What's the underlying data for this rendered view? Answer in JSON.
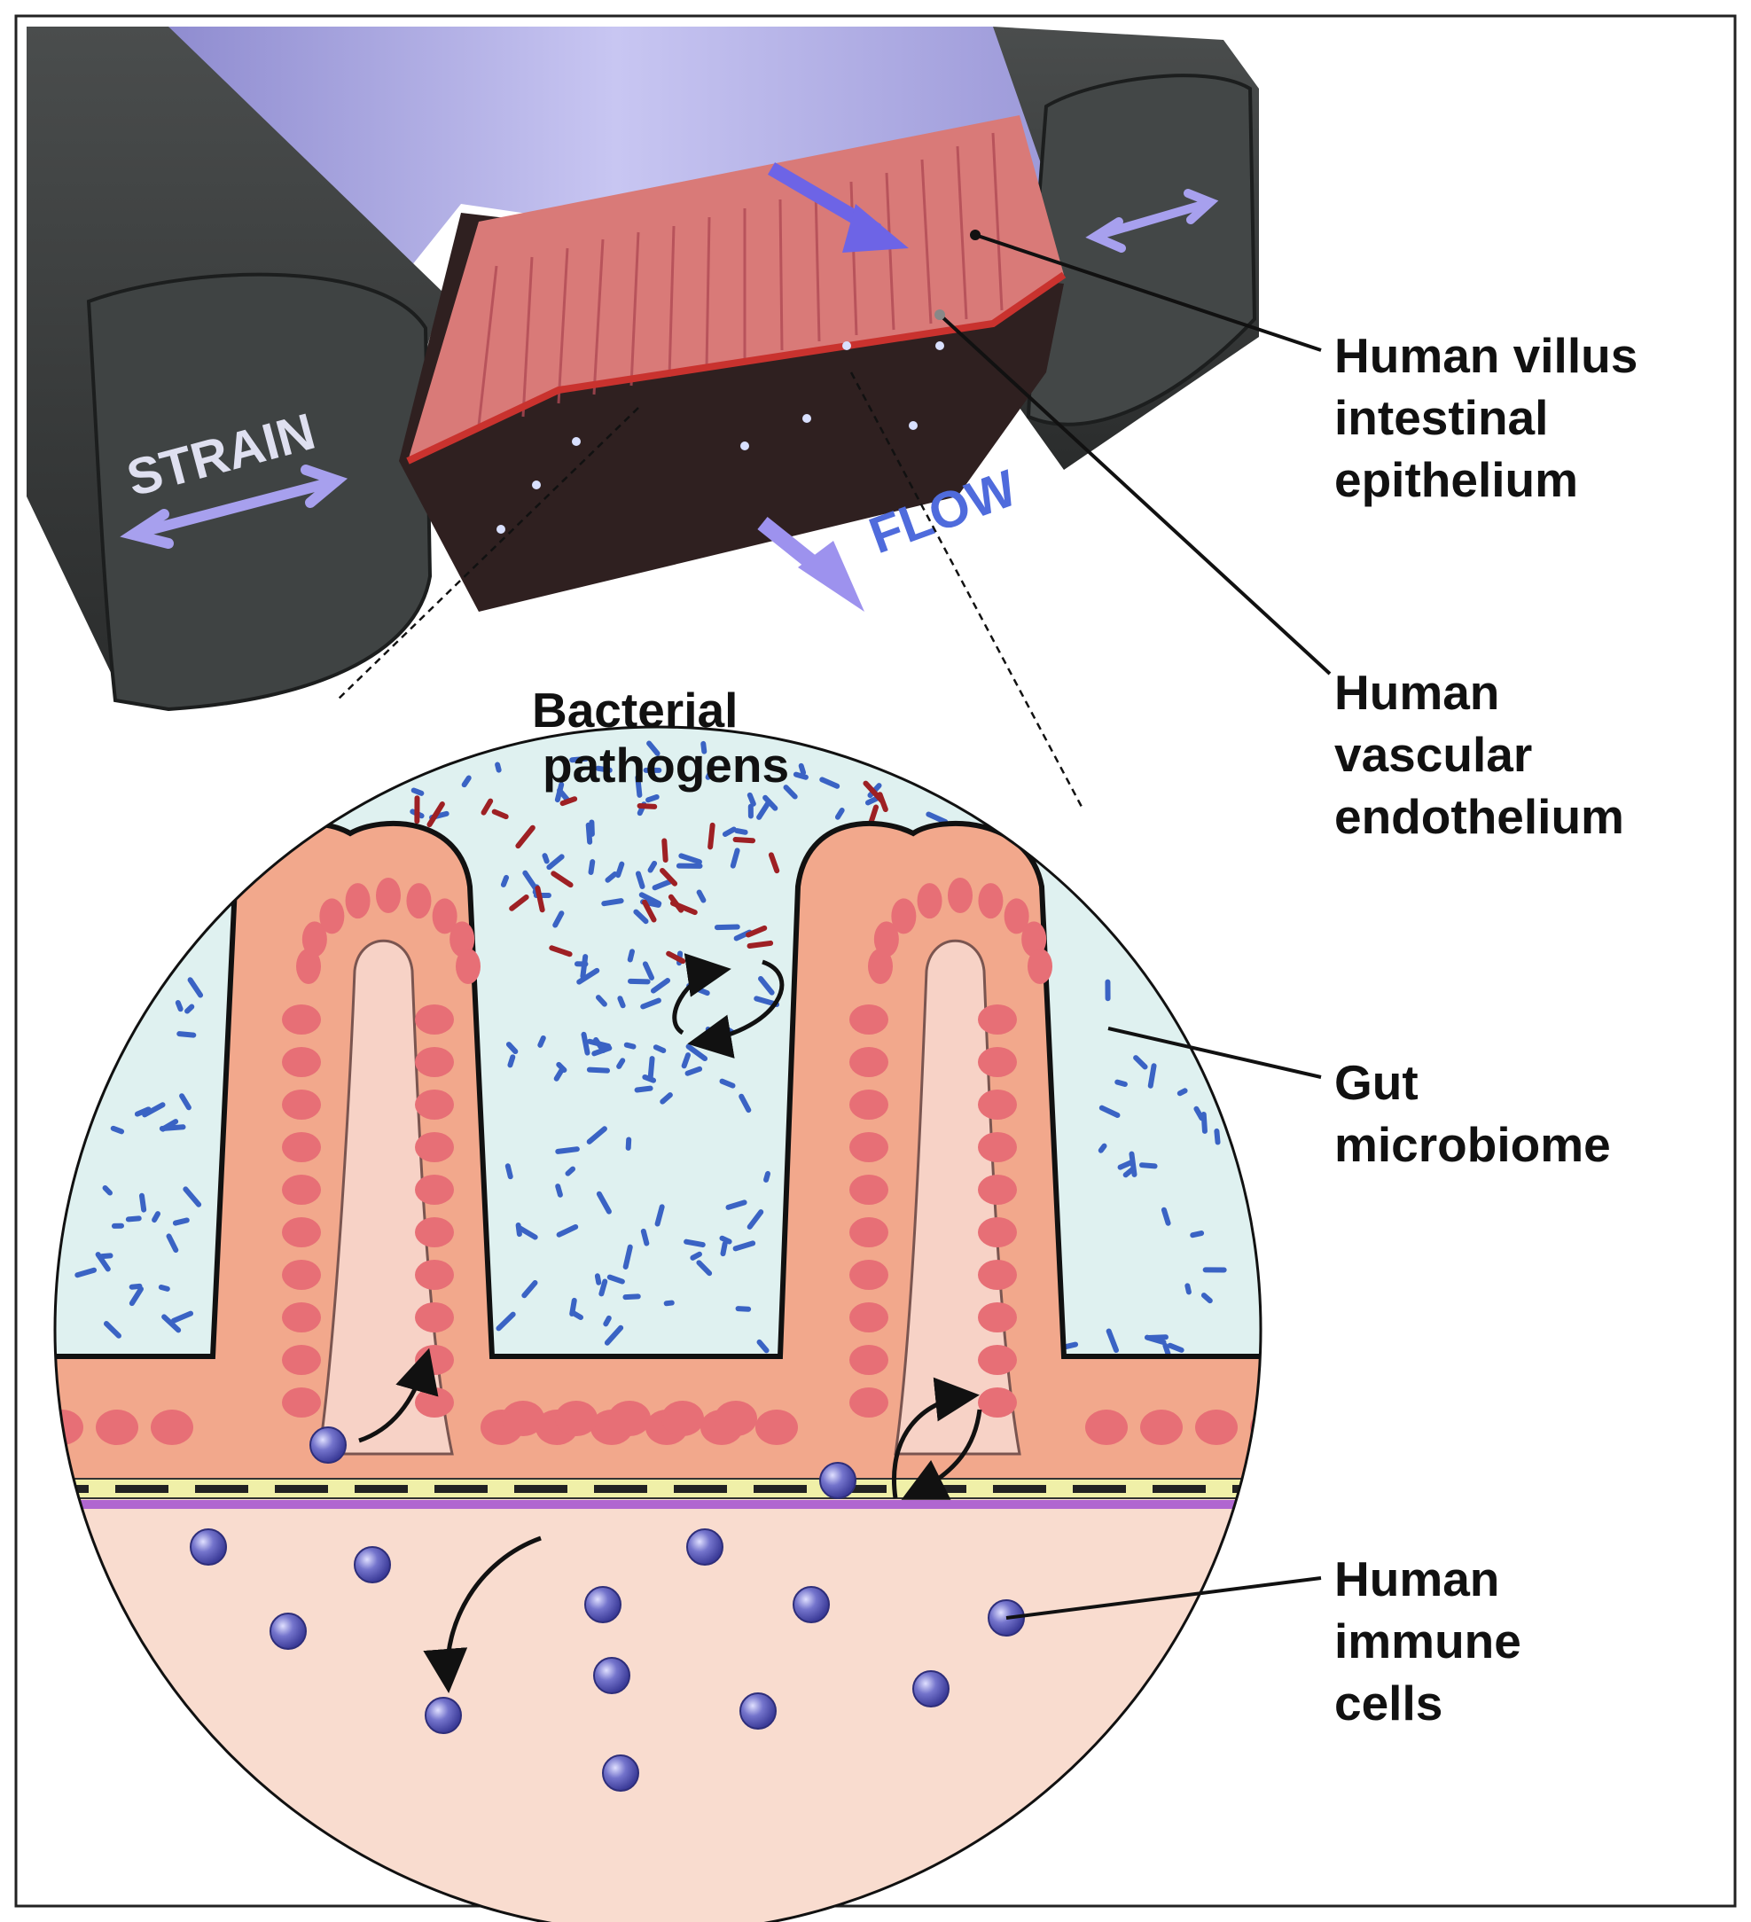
{
  "labels": {
    "strain": "STRAIN",
    "flow": "FLOW",
    "bacterial": [
      "Bacterial",
      "pathogens"
    ],
    "epithelium": [
      "Human villus",
      "intestinal",
      "epithelium"
    ],
    "endothelium": [
      "Human",
      "vascular",
      "endothelium"
    ],
    "microbiome": [
      "Gut",
      "microbiome"
    ],
    "immune": [
      "Human",
      "immune",
      "cells"
    ]
  },
  "colors": {
    "chamber_dark": "#3a3d3d",
    "channel_membrane": "#b9b6e8",
    "villus_tissue": "#d97a78",
    "lumen": "#dff1f0",
    "epithelium": "#f2a88c",
    "nucleus": "#e76f76",
    "lamina": "#f7d2c6",
    "membrane": "#f0f0a8",
    "commensal": "#3a63c4",
    "pathogen": "#9e2024",
    "immune_cell": "#6f6fc9",
    "arrow_device": "#8b83e8",
    "flow_text": "#4f6bdc"
  }
}
